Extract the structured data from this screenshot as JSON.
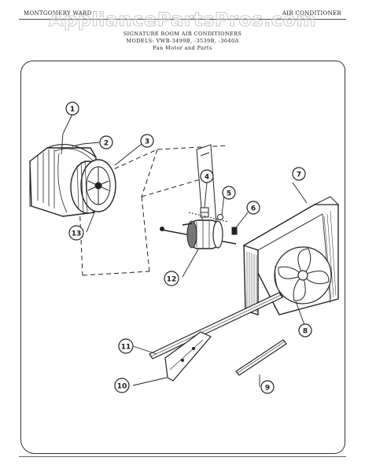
{
  "header": {
    "brand": "MONTGOMERY WARD",
    "category": "AIR CONDITIONER",
    "title_line1": "SIGNATURE ROOM AIR CONDITIONERS",
    "title_line2": "MODELS: VWB-3499B, -3539B, -3640A",
    "title_line3": "Fan Motor and Parts"
  },
  "watermark": "AppliancePartsPros.com",
  "callouts": [
    "1",
    "2",
    "3",
    "4",
    "5",
    "6",
    "7",
    "8",
    "9",
    "10",
    "11",
    "12",
    "13"
  ]
}
